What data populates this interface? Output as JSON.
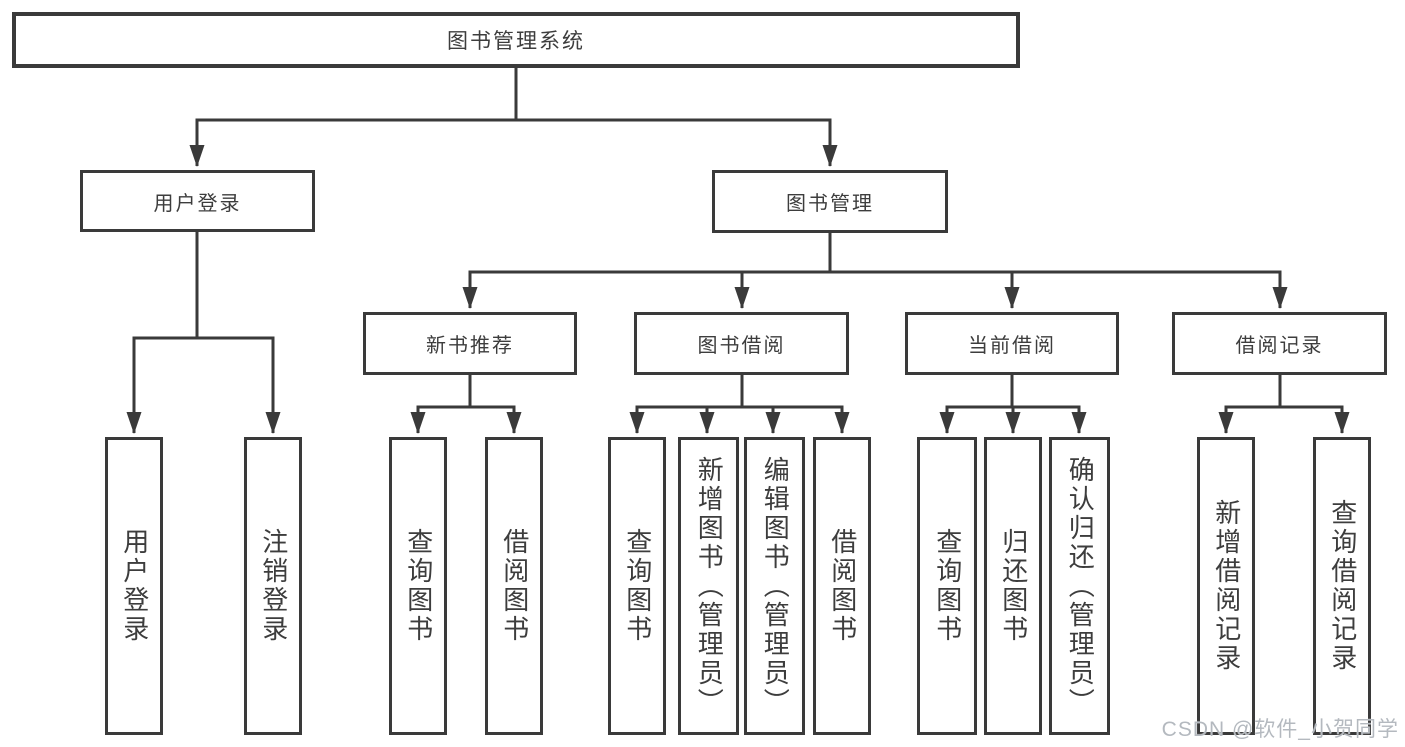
{
  "diagram": {
    "root": {
      "label": "图书管理系统"
    },
    "branches": {
      "user_login": {
        "label": "用户登录"
      },
      "book_management": {
        "label": "图书管理"
      }
    },
    "modules": {
      "new_books": {
        "label": "新书推荐"
      },
      "borrowing": {
        "label": "图书借阅"
      },
      "current_borrow": {
        "label": "当前借阅"
      },
      "borrow_records": {
        "label": "借阅记录"
      }
    },
    "leaves": {
      "user_login": [
        "用户登录",
        "注销登录"
      ],
      "new_books": [
        "查询图书",
        "借阅图书"
      ],
      "borrowing": [
        "查询图书",
        "新增图书（管理员）",
        "编辑图书（管理员）",
        "借阅图书"
      ],
      "current_borrow": [
        "查询图书",
        "归还图书",
        "确认归还（管理员）"
      ],
      "borrow_records": [
        "新增借阅记录",
        "查询借阅记录"
      ]
    },
    "colors": {
      "line": "#3a3a3a",
      "text": "#3d3d3d",
      "background": "#ffffff"
    }
  },
  "watermark": {
    "text": "CSDN @软件_小贺同学"
  }
}
